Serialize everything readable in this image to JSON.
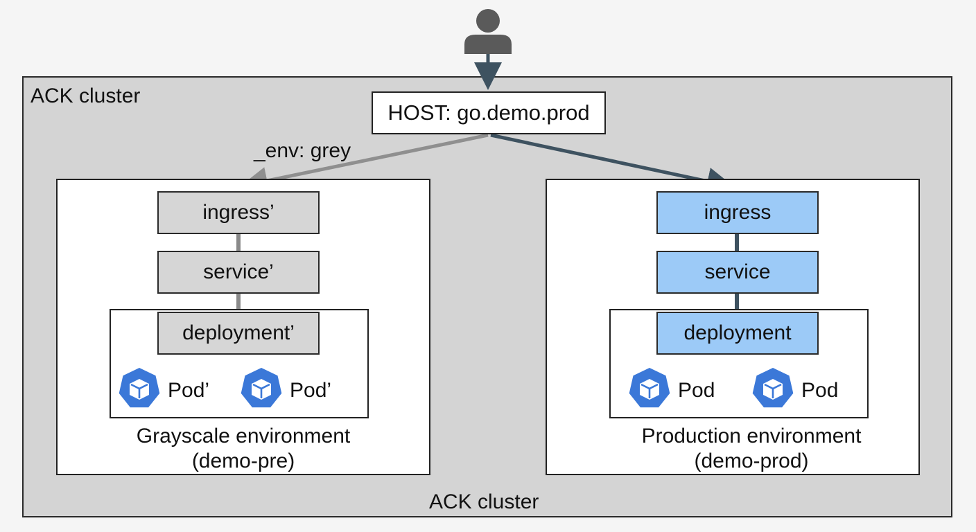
{
  "cluster": {
    "top_label": "ACK cluster",
    "bottom_label": "ACK cluster"
  },
  "host": {
    "label": "HOST: go.demo.prod"
  },
  "routing": {
    "header_rule": "_env: grey"
  },
  "grayscale_env": {
    "caption_line1": "Grayscale environment",
    "caption_line2": "(demo-pre)",
    "ingress": "ingress’",
    "service": "service’",
    "deployment": "deployment’",
    "pods": [
      "Pod’",
      "Pod’"
    ]
  },
  "production_env": {
    "caption_line1": "Production environment",
    "caption_line2": "(demo-prod)",
    "ingress": "ingress",
    "service": "service",
    "deployment": "deployment",
    "pods": [
      "Pod",
      "Pod"
    ]
  },
  "colors": {
    "cluster_bg": "#d4d4d4",
    "grey_resource": "#d6d6d6",
    "prod_resource": "#9ccaf7",
    "pod_icon": "#3b78d8",
    "grey_arrow": "#8f8f8f",
    "prod_arrow": "#3e5260",
    "user_icon": "#5a5a5a"
  },
  "icons": {
    "user": "user-icon",
    "pod": "kubernetes-pod-icon"
  }
}
